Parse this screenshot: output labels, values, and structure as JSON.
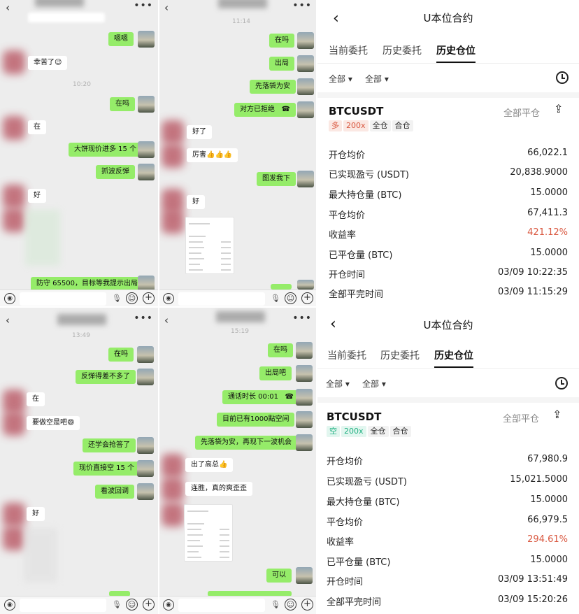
{
  "colors": {
    "chat_bg": "#ededed",
    "bubble_out": "#95ec69",
    "long_red": "#d9573f",
    "short_green": "#21b182"
  },
  "chat1": {
    "back": "‹",
    "more": "•••",
    "timestamps": [
      "10:20"
    ],
    "messages": [
      {
        "side": "out",
        "text": "嗯嗯"
      },
      {
        "side": "in",
        "text": "幸苦了😉"
      },
      {
        "side": "out",
        "text": "在吗"
      },
      {
        "side": "in",
        "text": "在"
      },
      {
        "side": "out",
        "text": "大饼现价进多 15 个"
      },
      {
        "side": "out",
        "text": "抓波反弹"
      },
      {
        "side": "in",
        "text": "好"
      },
      {
        "side": "out",
        "text": "防守 65500，目标等我提示出局"
      }
    ]
  },
  "chat2": {
    "back": "‹",
    "more": "•••",
    "timestamps": [
      "11:14"
    ],
    "messages": [
      {
        "side": "out",
        "text": "在吗"
      },
      {
        "side": "out",
        "text": "出局"
      },
      {
        "side": "out",
        "text": "先落袋为安"
      },
      {
        "side": "out",
        "text": "对方已拒绝"
      },
      {
        "side": "in",
        "text": "好了"
      },
      {
        "side": "in",
        "text": "厉害👍👍👍"
      },
      {
        "side": "out",
        "text": "图发我下"
      },
      {
        "side": "in",
        "text": "好"
      }
    ]
  },
  "chat3": {
    "back": "‹",
    "more": "•••",
    "timestamps": [
      "13:49"
    ],
    "messages": [
      {
        "side": "out",
        "text": "在吗"
      },
      {
        "side": "out",
        "text": "反弹得差不多了"
      },
      {
        "side": "in",
        "text": "在"
      },
      {
        "side": "in",
        "text": "要做空是吧😄"
      },
      {
        "side": "out",
        "text": "还学会抢答了"
      },
      {
        "side": "out",
        "text": "现价直接空 15 个"
      },
      {
        "side": "out",
        "text": "看波回调"
      },
      {
        "side": "in",
        "text": "好"
      }
    ]
  },
  "chat4": {
    "back": "‹",
    "more": "•••",
    "timestamps": [
      "15:19"
    ],
    "messages": [
      {
        "side": "out",
        "text": "在吗"
      },
      {
        "side": "out",
        "text": "出局吧"
      },
      {
        "side": "out",
        "text": "通话时长 00:01"
      },
      {
        "side": "out",
        "text": "目前已有1000點空间"
      },
      {
        "side": "out",
        "text": "先落袋为安，再现下一波机会"
      },
      {
        "side": "in",
        "text": "出了高总👍"
      },
      {
        "side": "in",
        "text": "连胜，真的爽歪歪"
      },
      {
        "side": "out",
        "text": "可以"
      }
    ]
  },
  "trade1": {
    "title": "U本位合约",
    "tabs": [
      "当前委托",
      "历史委托",
      "历史仓位"
    ],
    "filters": [
      "全部 ▾",
      "全部 ▾"
    ],
    "symbol": "BTCUSDT",
    "close_all": "全部平仓",
    "badges": [
      "多",
      "200x",
      "全仓",
      "合仓"
    ],
    "rows": [
      {
        "k": "开仓均价",
        "v": "66,022.1"
      },
      {
        "k": "已实现盈亏 (USDT)",
        "v": "20,838.9000"
      },
      {
        "k": "最大持仓量 (BTC)",
        "v": "15.0000"
      },
      {
        "k": "平仓均价",
        "v": "67,411.3"
      },
      {
        "k": "收益率",
        "v": "421.12%"
      },
      {
        "k": "已平仓量 (BTC)",
        "v": "15.0000"
      },
      {
        "k": "开仓时间",
        "v": "03/09 10:22:35"
      },
      {
        "k": "全部平完时间",
        "v": "03/09 11:15:29"
      }
    ]
  },
  "trade2": {
    "title": "U本位合约",
    "tabs": [
      "当前委托",
      "历史委托",
      "历史仓位"
    ],
    "filters": [
      "全部 ▾",
      "全部 ▾"
    ],
    "symbol": "BTCUSDT",
    "close_all": "全部平仓",
    "badges": [
      "空",
      "200x",
      "全仓",
      "合仓"
    ],
    "rows": [
      {
        "k": "开仓均价",
        "v": "67,980.9"
      },
      {
        "k": "已实现盈亏 (USDT)",
        "v": "15,021.5000"
      },
      {
        "k": "最大持仓量 (BTC)",
        "v": "15.0000"
      },
      {
        "k": "平仓均价",
        "v": "66,979.5"
      },
      {
        "k": "收益率",
        "v": "294.61%"
      },
      {
        "k": "已平仓量 (BTC)",
        "v": "15.0000"
      },
      {
        "k": "开仓时间",
        "v": "03/09 13:51:49"
      },
      {
        "k": "全部平完时间",
        "v": "03/09 15:20:26"
      }
    ]
  }
}
